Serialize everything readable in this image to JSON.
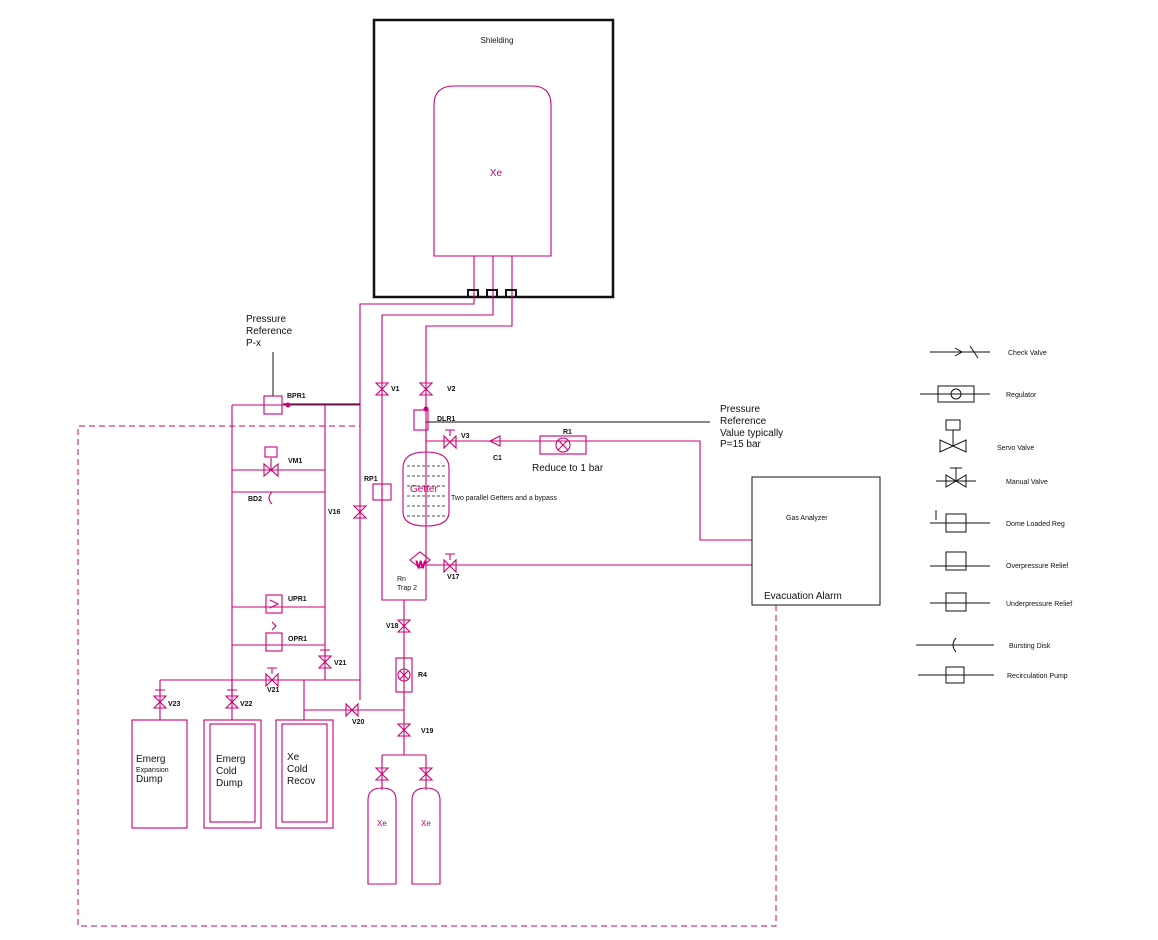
{
  "colors": {
    "process_line": "#cc0077",
    "outline": "#111111",
    "background": "#ffffff"
  },
  "shield": {
    "label": "Shielding",
    "vessel_label": "Xe"
  },
  "pressure_ref_left": [
    "Pressure",
    "Reference",
    "P-x"
  ],
  "pressure_ref_right": [
    "Pressure",
    "Reference",
    "Value typically",
    "P=15 bar"
  ],
  "valves": {
    "v1": "V1",
    "v2": "V2",
    "v3": "V3",
    "v16": "V16",
    "v17": "V17",
    "v18": "V18",
    "v19": "V19",
    "v20": "V20",
    "v21a": "V21",
    "v21b": "V21",
    "v22": "V22",
    "v23": "V23",
    "vm1": "VM1",
    "bpr1": "BPR1",
    "dlr1": "DLR1",
    "upr1": "UPR1",
    "opr1": "OPR1",
    "bd2": "BD2",
    "rp1": "RP1",
    "c1": "C1",
    "r1": "R1",
    "r4": "R4"
  },
  "getter": {
    "label": "Getter",
    "note": "Two parallel Getters and a bypass"
  },
  "rn_trap": [
    "Rn",
    "Trap 2"
  ],
  "reduce_note": "Reduce to 1 bar",
  "gas_analyzer": {
    "label": "Gas Analyzer",
    "alarm": "Evacuation Alarm"
  },
  "dumps": {
    "expansion": [
      "Emerg",
      "Expansion",
      "Dump"
    ],
    "cold": [
      "Emerg",
      "Cold",
      "Dump"
    ],
    "recov": [
      "Xe",
      "Cold",
      "Recov"
    ]
  },
  "bottles": [
    "Xe",
    "Xe"
  ],
  "legend": [
    {
      "key": "check",
      "label": "Check Valve"
    },
    {
      "key": "regulator",
      "label": "Regulator"
    },
    {
      "key": "servo",
      "label": "Servo Valve"
    },
    {
      "key": "manual",
      "label": "Manual Valve"
    },
    {
      "key": "dome",
      "label": "Dome Loaded Reg"
    },
    {
      "key": "overpressure",
      "label": "Overpressure Relief"
    },
    {
      "key": "underpressure",
      "label": "Underpressure Relief"
    },
    {
      "key": "bursting",
      "label": "Bursting Disk"
    },
    {
      "key": "pump",
      "label": "Recirculation Pump"
    }
  ]
}
